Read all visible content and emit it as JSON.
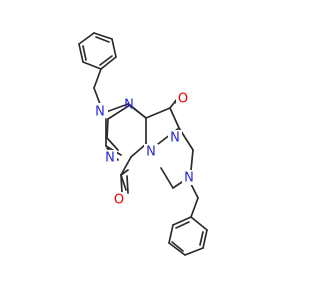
{
  "molecule": {
    "atom_labels": {
      "n_left_upper": "N",
      "n_left_lower": "N",
      "n_center_right": "N",
      "n_center_lower": "N",
      "n_right_lower": "N",
      "n_center_upper": "N",
      "o_upper": "O",
      "o_lower": "O"
    },
    "colors": {
      "bond": "#2b2b2b",
      "nitrogen": "#2727d6",
      "oxygen": "#e00000",
      "background": "#ffffff"
    }
  }
}
